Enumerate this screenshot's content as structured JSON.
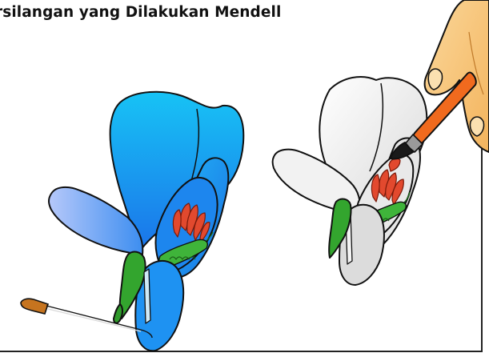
{
  "title": "rsilangan yang Dilakukan Mendell",
  "colors": {
    "flower_blue": "#1a8ff0",
    "flower_blue_light": "#a9bff5",
    "flower_white": "#eeeeee",
    "stamen_red": "#e2492e",
    "sepal_green": "#33a52e",
    "brush_orange": "#f06a1e",
    "hand_skin": "#f8c87e"
  },
  "icons": [
    "blue-pea-flower",
    "white-pea-flower",
    "tweezers",
    "paint-brush",
    "hand"
  ]
}
